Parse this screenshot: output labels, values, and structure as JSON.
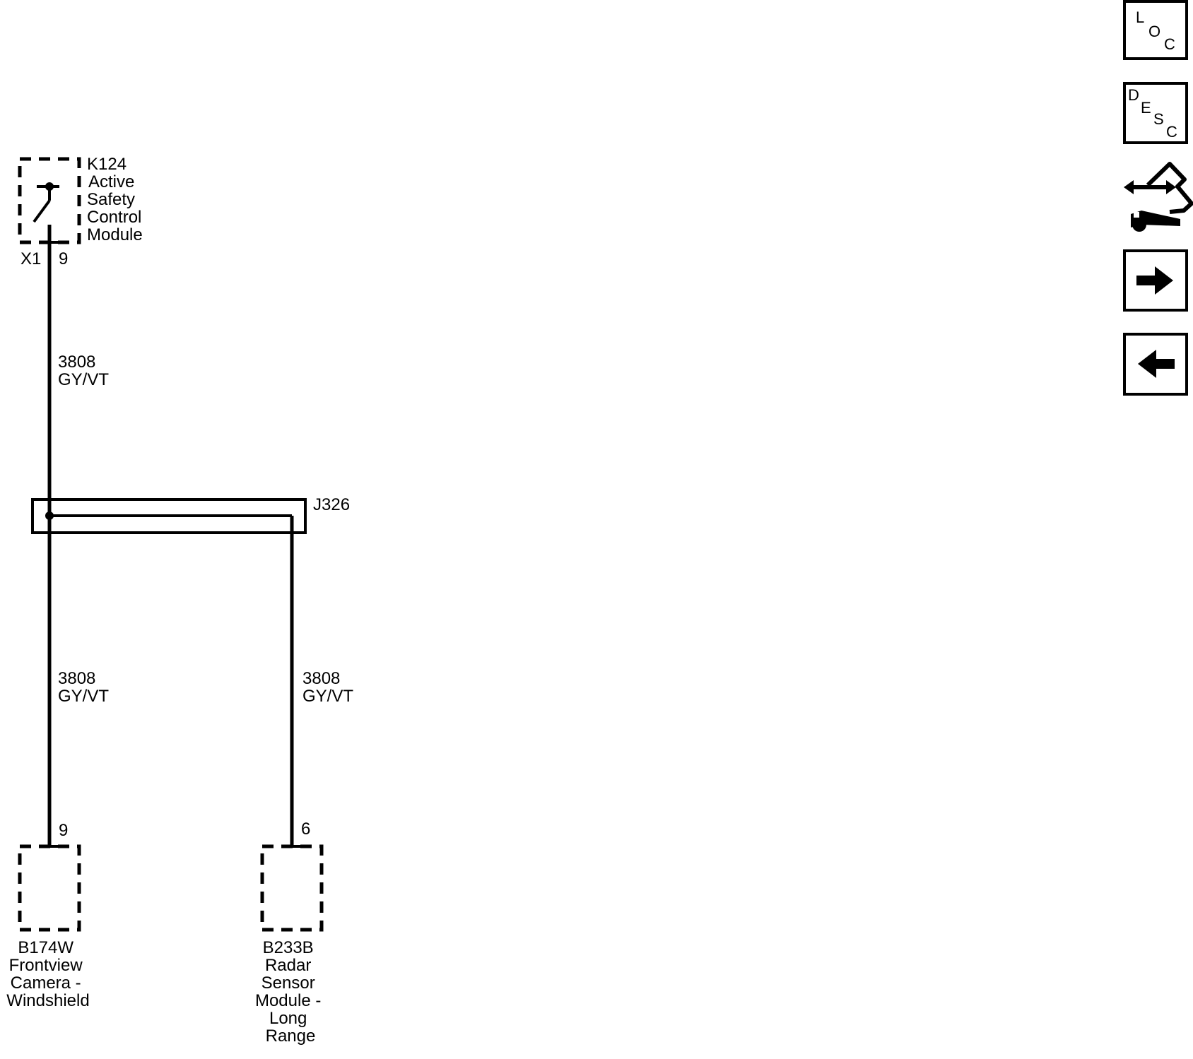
{
  "components": {
    "k124": {
      "lines": [
        "K124",
        "Active",
        "Safety",
        "Control",
        "Module"
      ]
    },
    "b174w": {
      "lines": [
        "B174W",
        "Frontview",
        "Camera -",
        "Windshield"
      ],
      "pin": "9"
    },
    "b233b": {
      "lines": [
        "B233B",
        "Radar",
        "Sensor",
        "Module -",
        "Long",
        "Range"
      ],
      "pin": "6"
    }
  },
  "connector": {
    "name": "X1",
    "pin": "9"
  },
  "splice": {
    "name": "J326"
  },
  "wires": [
    {
      "circuit": "3808",
      "color": "GY/VT"
    },
    {
      "circuit": "3808",
      "color": "GY/VT"
    },
    {
      "circuit": "3808",
      "color": "GY/VT"
    }
  ],
  "nav_buttons": {
    "loc": {
      "letters": [
        "L",
        "O",
        "C"
      ]
    },
    "desc": {
      "letters": [
        "D",
        "E",
        "S",
        "C"
      ]
    },
    "icons": [
      "harness-routing-icon",
      "next-arrow-icon",
      "previous-arrow-icon"
    ]
  }
}
